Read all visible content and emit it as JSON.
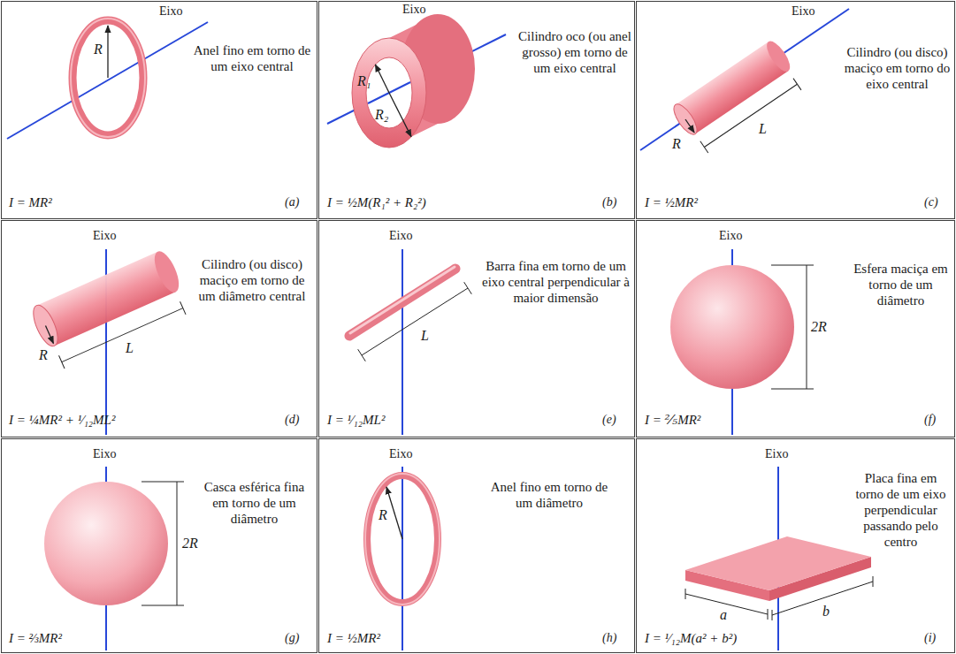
{
  "diagram": {
    "nodes": [
      {
        "text": [
          "Eixo",
          "Anel fino em torno de um eixo central",
          "I = MR²",
          "(a)"
        ]
      },
      {
        "text": [
          "Eixo",
          "Cilindro oco (ou anel grosso) em torno de um eixo central",
          "I = ½M(R₁² + R₂²)",
          "(b)"
        ]
      },
      {
        "text": [
          "Eixo",
          "Cilindro (ou disco) maciço em torno do eixo central",
          "I = ½MR²",
          "(c)"
        ]
      },
      {
        "text": [
          "Eixo",
          "Cilindro (ou disco) maciço em torno de um diâmetro central",
          "I = ¼MR² + ¹⁄₁₂ML²",
          "(d)"
        ]
      },
      {
        "text": [
          "Eixo",
          "Barra fina em torno de um eixo central perpendicular à maior dimensão",
          "I = ¹⁄₁₂ML²",
          "(e)"
        ]
      },
      {
        "text": [
          "Eixo",
          "Esfera maciça em torno de um diâmetro",
          "I = ⅖MR²",
          "(f)"
        ]
      },
      {
        "text": [
          "Eixo",
          "Casca esférica fina em torno de um diâmetro",
          "I = ⅔MR²",
          "(g)"
        ]
      },
      {
        "text": [
          "Eixo",
          "Anel fino em torno de um diâmetro",
          "I = ½MR²",
          "(h)"
        ]
      },
      {
        "text": [
          "Eixo",
          "Placa fina em torno de um eixo perpendicular passando pelo centro",
          "I = ¹⁄₁₂M(a² + b²)",
          "(i)"
        ]
      }
    ],
    "labels": [
      "R",
      "R₁",
      "R₂",
      "R",
      "L",
      "R",
      "L",
      "L",
      "2R",
      "2R",
      "R",
      "a",
      "b"
    ]
  }
}
